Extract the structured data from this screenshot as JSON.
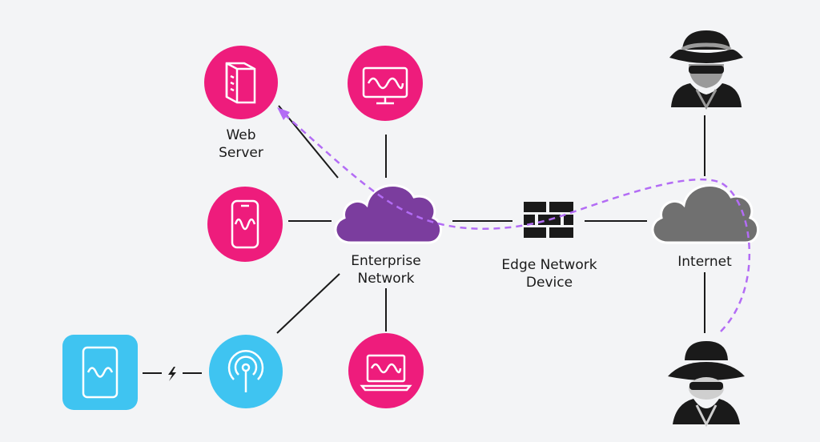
{
  "labels": {
    "web_server": "Web\nServer",
    "enterprise_network": "Enterprise\nNetwork",
    "edge_network_device": "Edge Network\nDevice",
    "internet": "Internet"
  },
  "colors": {
    "background": "#f3f4f6",
    "device_pink": "#ee1c7c",
    "device_blue": "#3fc4f1",
    "enterprise_cloud": "#7b3d9e",
    "internet_cloud": "#707070",
    "attack_path": "#b36cf5",
    "link_line": "#1a1a1a"
  },
  "icons": {
    "web_server": "server-icon",
    "monitor": "monitor-icon",
    "phone": "smartphone-icon",
    "laptop": "laptop-icon",
    "wifi": "wireless-access-point-icon",
    "tablet": "tablet-icon",
    "firewall": "firewall-brick-icon",
    "threat_actor_top": "hacker-gray-icon",
    "threat_actor_bottom": "hacker-black-icon"
  }
}
